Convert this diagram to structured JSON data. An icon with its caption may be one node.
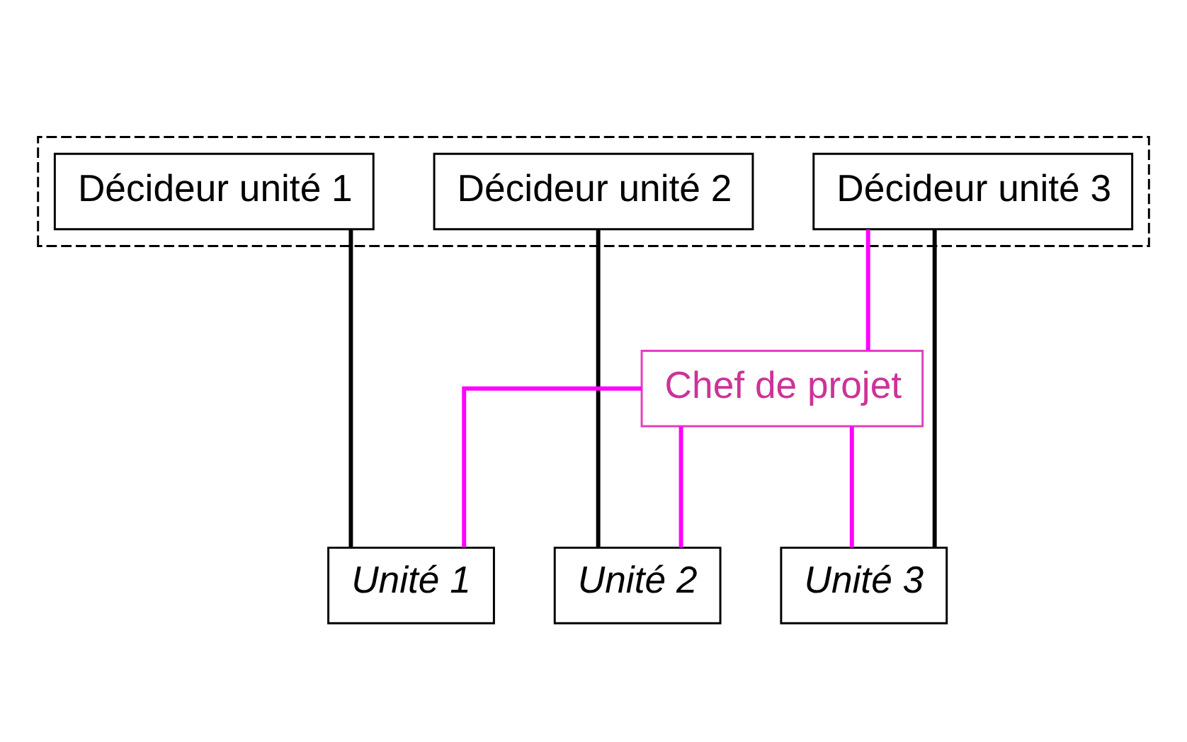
{
  "diagram": {
    "nodes": [
      {
        "text": [],
        "shape": "box"
      },
      {
        "text": [
          "Décideur unité 1"
        ],
        "in": 0
      },
      {
        "text": [
          "Décideur unité 2"
        ],
        "in": 0
      },
      {
        "text": [
          "Décideur unité 3"
        ],
        "in": 0
      },
      {
        "text": [
          "Chef de projet"
        ]
      },
      {
        "text": [
          "Unité 1"
        ]
      },
      {
        "text": [
          "Unité 2"
        ]
      },
      {
        "text": [
          "Unité 3"
        ]
      }
    ],
    "edges": [
      {
        "from": 1,
        "to": 5,
        "arrow": "none",
        "color": "#000000"
      },
      {
        "from": 2,
        "to": 6,
        "arrow": "none",
        "color": "#000000"
      },
      {
        "from": 3,
        "to": 7,
        "arrow": "none",
        "color": "#000000"
      },
      {
        "from": 3,
        "to": 4,
        "arrow": "none",
        "color": "#ff00ff"
      },
      {
        "from": 4,
        "to": 5,
        "arrow": "none",
        "color": "#ff00ff"
      },
      {
        "from": 4,
        "to": 6,
        "arrow": "none",
        "color": "#ff00ff"
      },
      {
        "from": 4,
        "to": 7,
        "arrow": "none",
        "color": "#ff00ff"
      }
    ]
  }
}
